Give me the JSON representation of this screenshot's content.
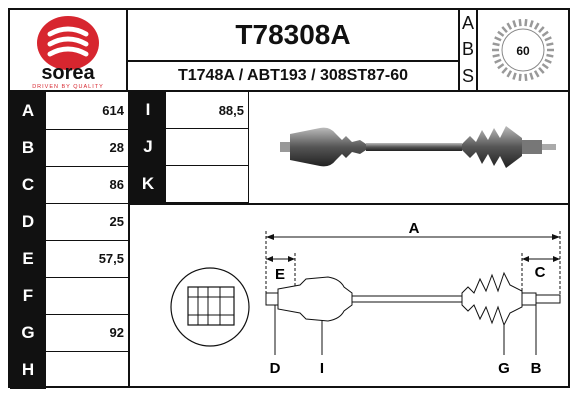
{
  "brand": {
    "name": "sorea",
    "tagline": "DRIVEN BY QUALITY",
    "color": "#d7262f"
  },
  "header": {
    "part_number": "T78308A",
    "cross_refs": "T1748A / ABT193 / 308ST87-60",
    "abs_letters": [
      "A",
      "B",
      "S"
    ],
    "abs_teeth": "60"
  },
  "dims_left": [
    {
      "label": "A",
      "value": "614"
    },
    {
      "label": "B",
      "value": "28"
    },
    {
      "label": "C",
      "value": "86"
    },
    {
      "label": "D",
      "value": "25"
    },
    {
      "label": "E",
      "value": "57,5"
    },
    {
      "label": "F",
      "value": ""
    },
    {
      "label": "G",
      "value": "92"
    },
    {
      "label": "H",
      "value": ""
    }
  ],
  "dims_mid": [
    {
      "label": "I",
      "value": "88,5"
    },
    {
      "label": "J",
      "value": ""
    },
    {
      "label": "K",
      "value": ""
    }
  ],
  "drawing_labels": {
    "a": "A",
    "e": "E",
    "c": "C",
    "d": "D",
    "i": "I",
    "g": "G",
    "b": "B"
  }
}
